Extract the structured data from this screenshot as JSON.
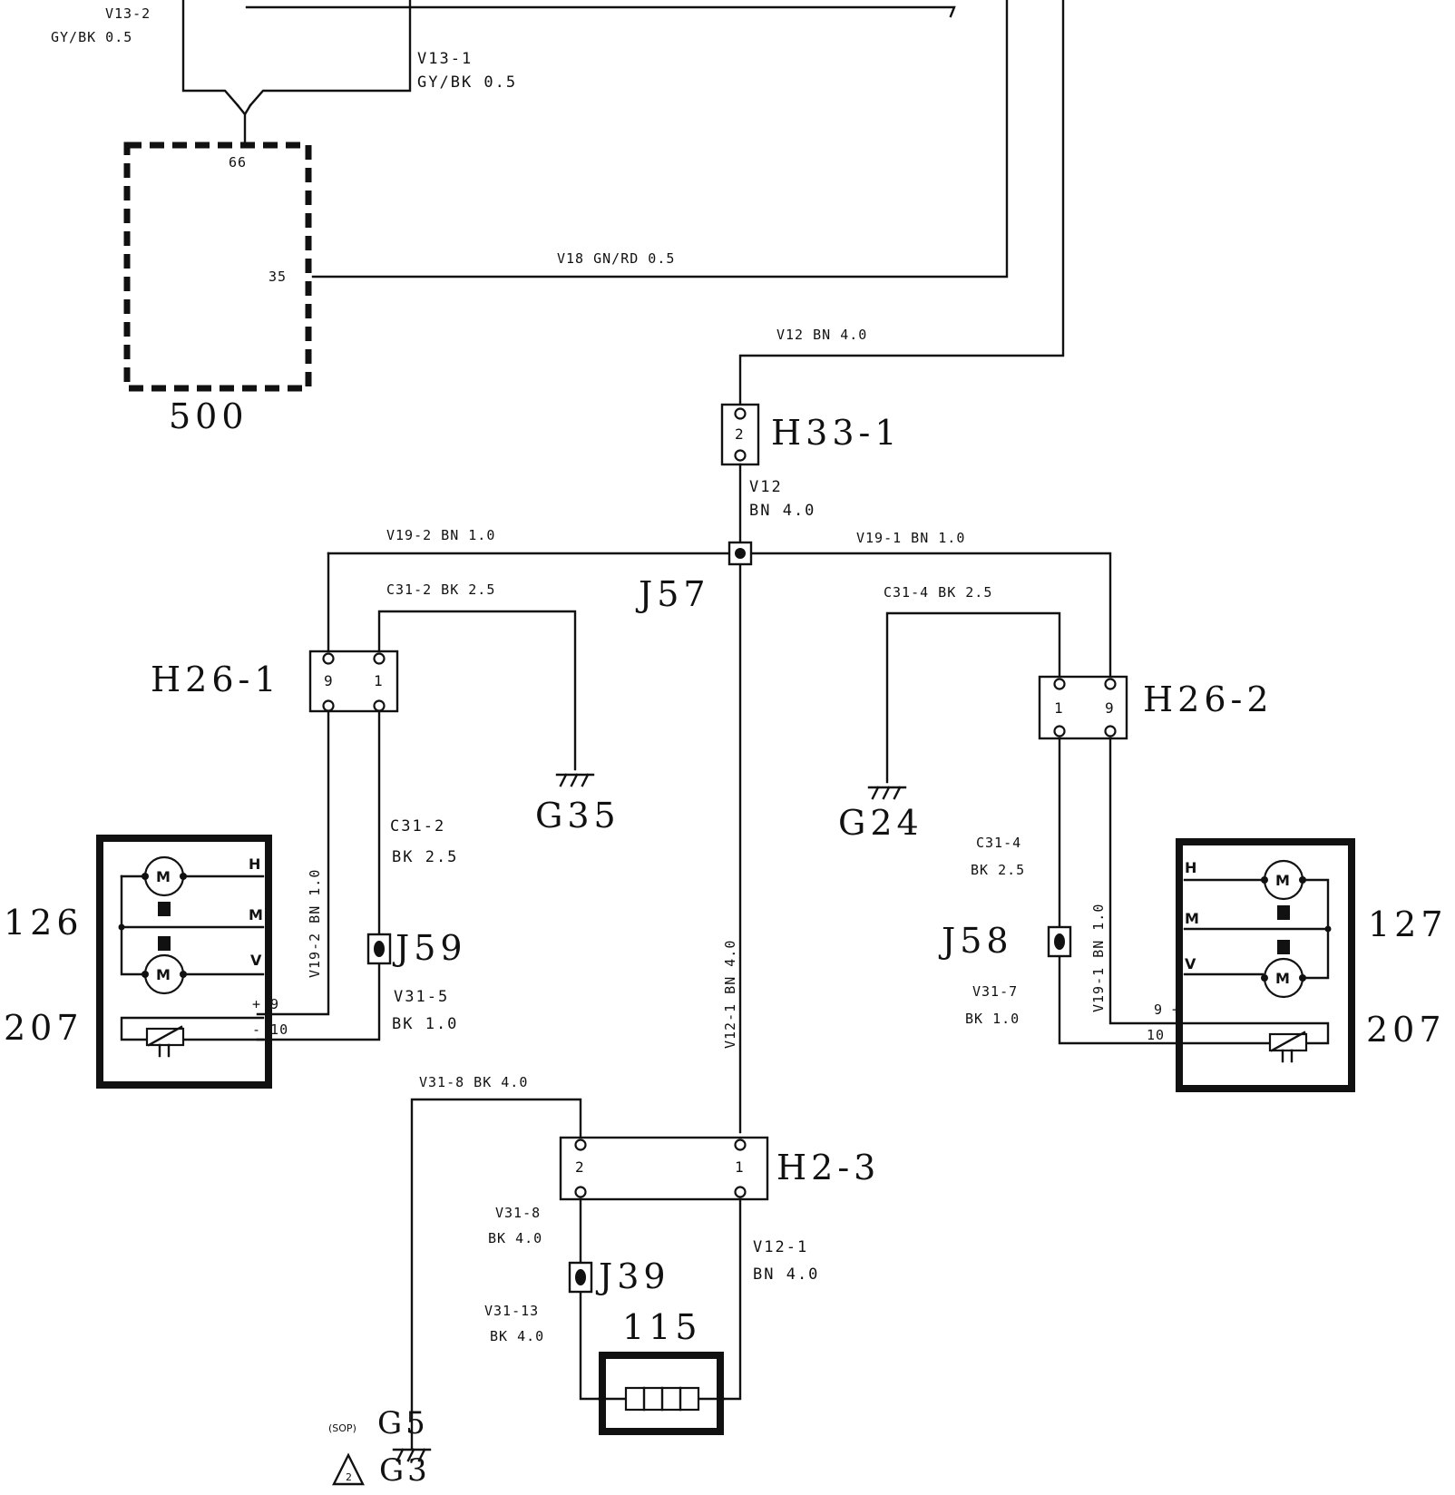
{
  "wires": {
    "v13_2": "V13-2",
    "v13_2_spec": "GY/BK 0.5",
    "v13_1": "V13-1",
    "v13_1_spec": "GY/BK 0.5",
    "v18": "V18 GN/RD 0.5",
    "v12_top": "V12  BN  4.0",
    "v12": "V12",
    "v12_spec": "BN 4.0",
    "v19_2_top": "V19-2 BN 1.0",
    "v19_1_top": "V19-1 BN 1.0",
    "c31_2_top": "C31-2 BK 2.5",
    "c31_4_top": "C31-4 BK 2.5",
    "v19_2_vert": "V19-2 BN 1.0",
    "v19_1_vert": "V19-1 BN 1.0",
    "v12_1_vert": "V12-1 BN 4.0",
    "c31_2": "C31-2",
    "c31_2_spec": "BK 2.5",
    "c31_4": "C31-4",
    "c31_4_spec": "BK 2.5",
    "v31_5": "V31-5",
    "v31_5_spec": "BK 1.0",
    "v31_7": "V31-7",
    "v31_7_spec": "BK 1.0",
    "v31_8_top": "V31-8 BK 4.0",
    "v31_8": "V31-8",
    "v31_8_spec": "BK 4.0",
    "v31_13": "V31-13",
    "v31_13_spec": "BK 4.0",
    "v12_1": "V12-1",
    "v12_1_spec": "BN 4.0"
  },
  "components": {
    "ecu": "500",
    "ecu_pin_66": "66",
    "ecu_pin_35": "35",
    "fan_left": "126",
    "fan_right": "127",
    "sensor_left": "207",
    "sensor_right": "207",
    "heater": "115"
  },
  "connectors": {
    "h33_1": "H33-1",
    "h33_1_pin": "2",
    "h26_1": "H26-1",
    "h26_1_pin_a": "9",
    "h26_1_pin_b": "1",
    "h26_2": "H26-2",
    "h26_2_pin_a": "1",
    "h26_2_pin_b": "9",
    "h2_3": "H2-3",
    "h2_3_pin_a": "2",
    "h2_3_pin_b": "1"
  },
  "junctions": {
    "j57": "J57",
    "j59": "J59",
    "j58": "J58",
    "j39": "J39"
  },
  "grounds": {
    "g35": "G35",
    "g24": "G24",
    "g5": "G5",
    "g5_note": "(SOP)",
    "g3": "G3",
    "g3_badge": "2"
  },
  "fan_switch": {
    "left_h": "H",
    "left_m": "M",
    "left_v": "V",
    "right_h": "H",
    "right_m": "M",
    "right_v": "V",
    "motor": "M",
    "left_pin_9": "+ 9",
    "left_pin_10": "- 10",
    "right_pin_9": "9 +",
    "right_pin_10": "10 -"
  }
}
